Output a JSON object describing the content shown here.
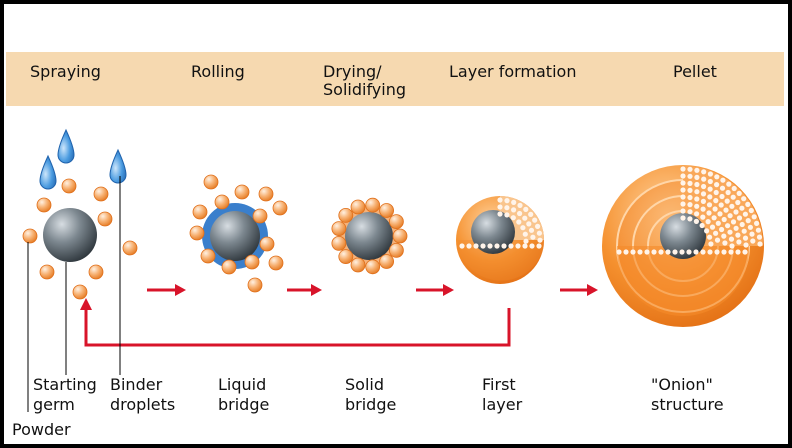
{
  "stages": {
    "spraying": "Spraying",
    "rolling": "Rolling",
    "drying_line1": "Drying/",
    "drying_line2": "Solidifying",
    "layer_formation": "Layer formation",
    "pellet": "Pellet"
  },
  "captions": {
    "starting_germ_line1": "Starting",
    "starting_germ_line2": "germ",
    "binder_line1": "Binder",
    "binder_line2": "droplets",
    "powder": "Powder",
    "liquid_line1": "Liquid",
    "liquid_line2": "bridge",
    "solid_line1": "Solid",
    "solid_line2": "bridge",
    "first_line1": "First",
    "first_line2": "layer",
    "onion_line1": "\"Onion\"",
    "onion_line2": "structure"
  },
  "colors": {
    "header_band": "#f6d9b0",
    "arrow": "#d8142a",
    "particle": "#f5a662",
    "germ": "#707a82",
    "droplet": "#3b8fd6",
    "pellet": "#f28a2e"
  }
}
